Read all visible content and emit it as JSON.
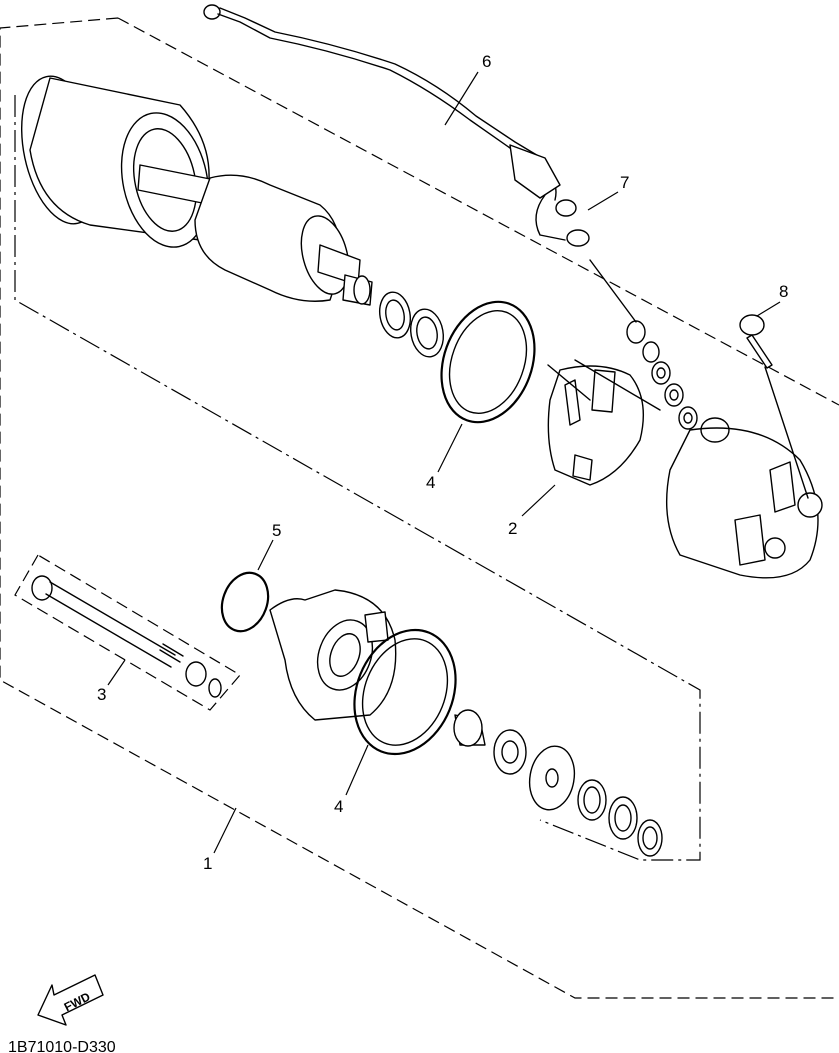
{
  "callouts": {
    "c1": "1",
    "c2": "2",
    "c3": "3",
    "c4a": "4",
    "c4b": "4",
    "c5": "5",
    "c6": "6",
    "c7": "7",
    "c8": "8"
  },
  "fwd_label": "FWD",
  "diagram_code": "1B71010-D330"
}
